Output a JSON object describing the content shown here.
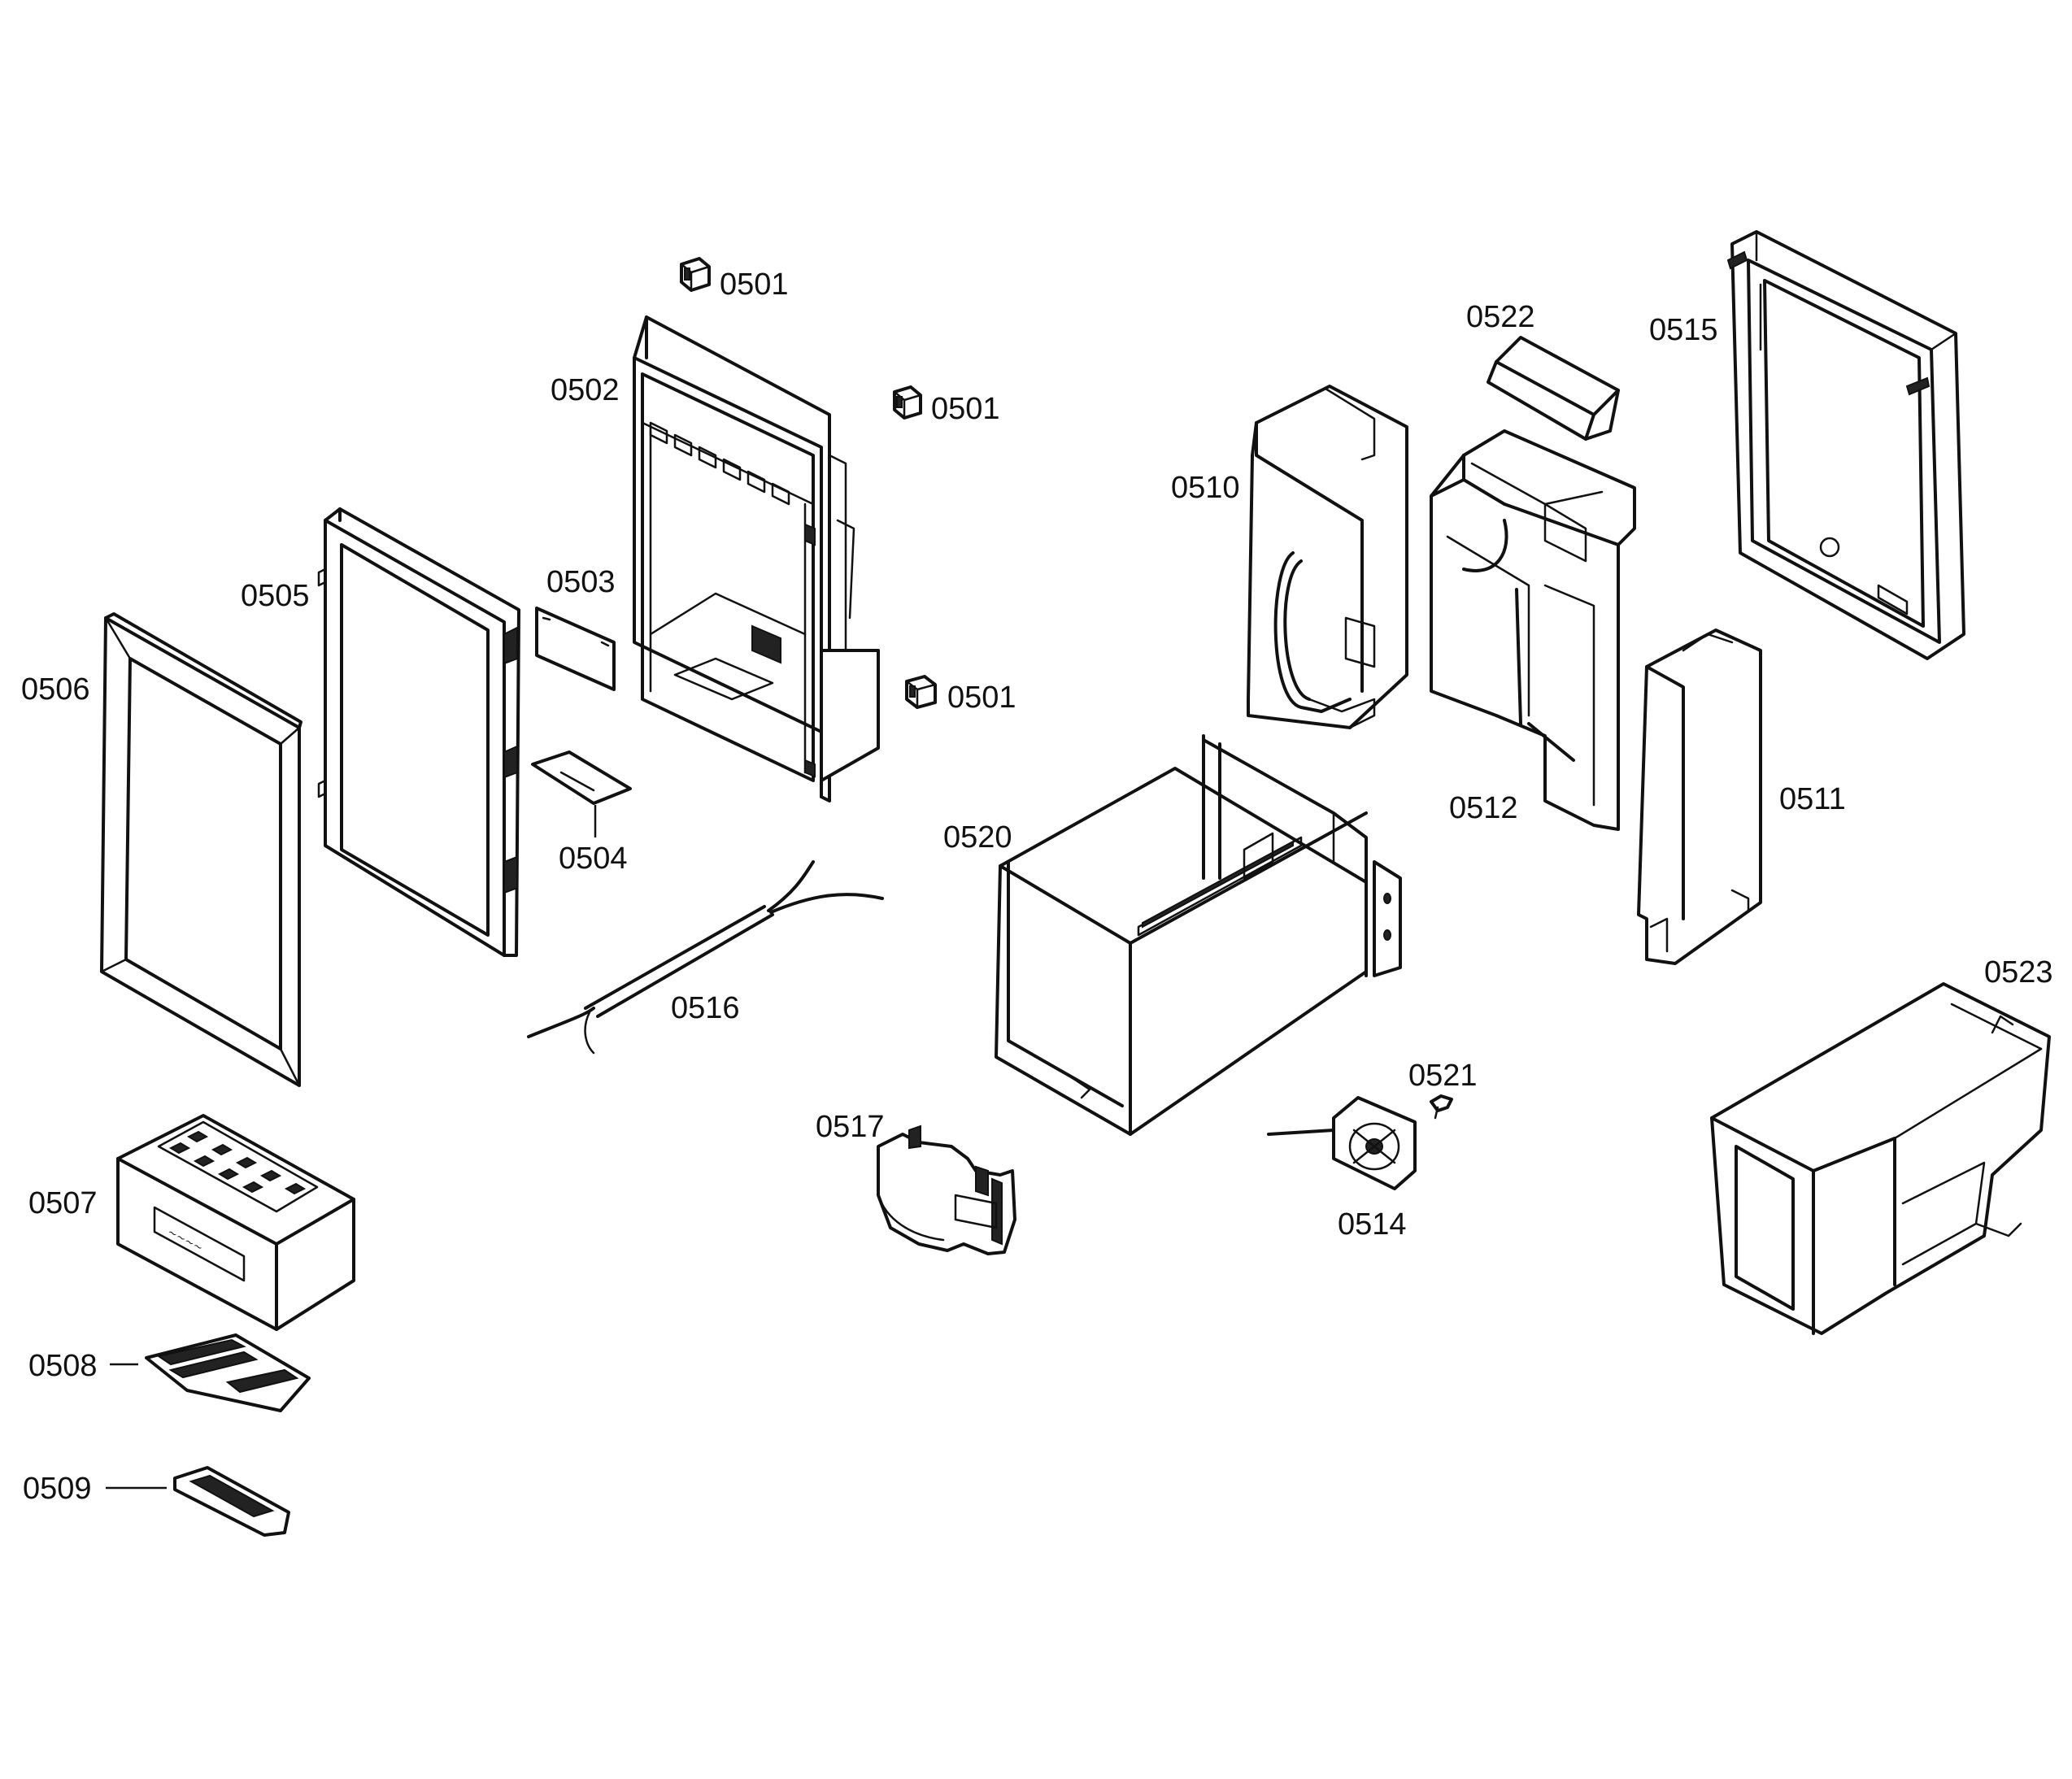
{
  "labels": {
    "p0501a": "0501",
    "p0501b": "0501",
    "p0501c": "0501",
    "p0502": "0502",
    "p0503": "0503",
    "p0504": "0504",
    "p0505": "0505",
    "p0506": "0506",
    "p0507": "0507",
    "p0508": "0508",
    "p0509": "0509",
    "p0510": "0510",
    "p0511": "0511",
    "p0512": "0512",
    "p0514": "0514",
    "p0515": "0515",
    "p0516": "0516",
    "p0517": "0517",
    "p0520": "0520",
    "p0521": "0521",
    "p0522": "0522",
    "p0523": "0523"
  }
}
